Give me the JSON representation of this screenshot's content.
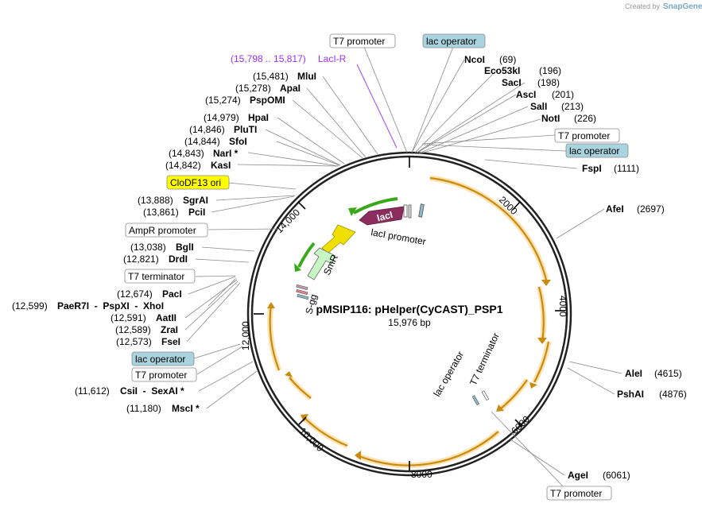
{
  "credit": {
    "prefix": "Created by",
    "brand": "SnapGene"
  },
  "plasmid": {
    "name": "pMSIP116: pHelper(CyCAST)_PSP1",
    "length": "15,976 bp"
  },
  "ticks": [
    "2000",
    "4000",
    "6000",
    "8000",
    "10,000",
    "12,000",
    "14,000"
  ],
  "primer": {
    "pos": "(15,798 .. 15,817)",
    "name": "LacI-R",
    "color": "#9b30ff"
  },
  "boxes": {
    "t7_top": "T7 promoter",
    "lac_top": "lac operator",
    "t7_right": "T7 promoter",
    "lac_right": "lac operator",
    "ori": "CloDF13 ori",
    "ampr": "AmpR promoter",
    "t7term": "T7 terminator",
    "lac_left": "lac operator",
    "t7_left": "T7 promoter",
    "t7_bottom": "T7 promoter"
  },
  "sites_right": [
    {
      "name": "NcoI",
      "pos": "(69)"
    },
    {
      "name": "Eco53kI",
      "pos": "(196)"
    },
    {
      "name": "SacI",
      "pos": "(198)"
    },
    {
      "name": "AscI",
      "pos": "(201)"
    },
    {
      "name": "SalI",
      "pos": "(213)"
    },
    {
      "name": "NotI",
      "pos": "(226)"
    },
    {
      "name": "FspI",
      "pos": "(1111)"
    },
    {
      "name": "AfeI",
      "pos": "(2697)"
    },
    {
      "name": "AleI",
      "pos": "(4615)"
    },
    {
      "name": "PshAI",
      "pos": "(4876)"
    },
    {
      "name": "AgeI",
      "pos": "(6061)"
    }
  ],
  "sites_left": [
    {
      "pos": "(15,481)",
      "name": "MluI"
    },
    {
      "pos": "(15,278)",
      "name": "ApaI"
    },
    {
      "pos": "(15,274)",
      "name": "PspOMI"
    },
    {
      "pos": "(14,979)",
      "name": "HpaI"
    },
    {
      "pos": "(14,846)",
      "name": "PluTI"
    },
    {
      "pos": "(14,844)",
      "name": "SfoI"
    },
    {
      "pos": "(14,843)",
      "name": "NarI *"
    },
    {
      "pos": "(14,842)",
      "name": "KasI"
    },
    {
      "pos": "(13,888)",
      "name": "SgrAI"
    },
    {
      "pos": "(13,861)",
      "name": "PciI"
    },
    {
      "pos": "(13,038)",
      "name": "BglI"
    },
    {
      "pos": "(12,821)",
      "name": "DrdI"
    },
    {
      "pos": "(12,674)",
      "name": "PacI"
    },
    {
      "pos": "(12,599)",
      "name": "PaeR7I  -  PspXI  -  XhoI"
    },
    {
      "pos": "(12,591)",
      "name": "AatII"
    },
    {
      "pos": "(12,589)",
      "name": "ZraI"
    },
    {
      "pos": "(12,573)",
      "name": "FseI"
    },
    {
      "pos": "(11,612)",
      "name": "CsiI  -  SexAI *"
    },
    {
      "pos": "(11,180)",
      "name": "MscI *"
    }
  ],
  "features": {
    "laci": "lacI",
    "laci_promoter": "lacI promoter",
    "smr": "SmR",
    "sgg": "S-gg",
    "lac_operator_inner": "lac operator",
    "t7_terminator_inner": "T7 terminator"
  },
  "colors": {
    "backbone": "#222222",
    "cds": "#f5a623",
    "cds_glow": "#fde3b0",
    "laci": "#8b2d5e",
    "smr": "#c8f7c5",
    "promoter_arrow": "#f0e000",
    "green_arrow": "#3aa81b"
  }
}
